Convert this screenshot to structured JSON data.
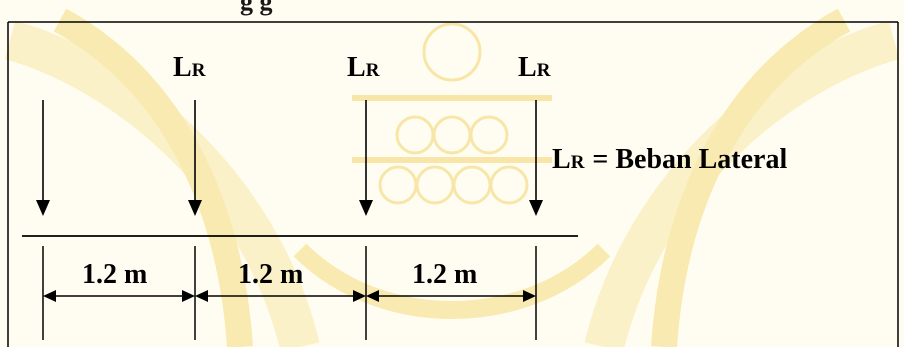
{
  "heading_fragment": "g     g",
  "load_symbol": {
    "main": "L",
    "sub": "R"
  },
  "load_labels": [
    {
      "main": "L",
      "sub": "R"
    },
    {
      "main": "L",
      "sub": "R"
    },
    {
      "main": "L",
      "sub": "R"
    }
  ],
  "legend": {
    "main": "L",
    "sub": "R",
    "text": "= Beban Lateral"
  },
  "spans": [
    "1.2 m",
    "1.2 m",
    "1.2 m"
  ],
  "colors": {
    "watermark": "#f8e7a6",
    "watermark_soft": "#fbefc3",
    "background": "#fffdf2",
    "ink": "#000000"
  }
}
